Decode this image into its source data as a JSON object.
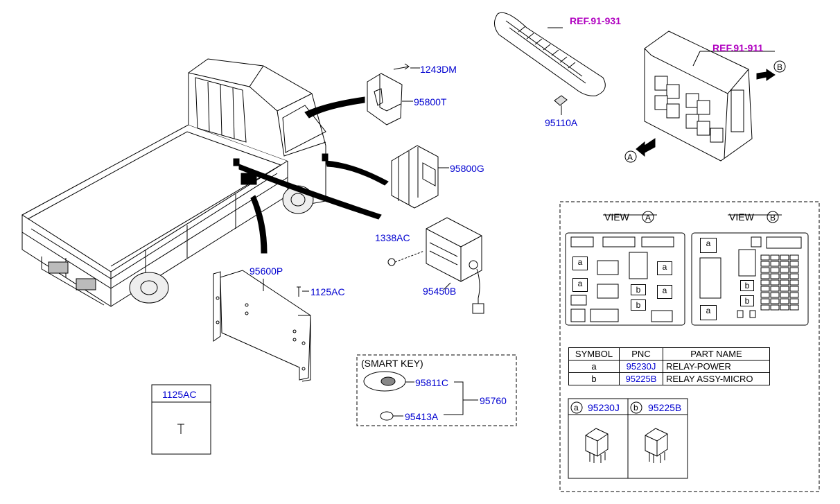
{
  "refs": [
    "REF.91-931",
    "REF.91-911"
  ],
  "parts": {
    "p1243DM": "1243DM",
    "p95800T": "95800T",
    "p95800G": "95800G",
    "p95110A": "95110A",
    "p1338AC": "1338AC",
    "p95450B": "95450B",
    "p95600P": "95600P",
    "p1125AC": "1125AC",
    "p95811C": "95811C",
    "p95413A": "95413A",
    "p95760": "95760"
  },
  "smart_key": "(SMART KEY)",
  "inset_1125": "1125AC",
  "arrows": {
    "a": "A",
    "b": "B"
  },
  "view_a": {
    "title": "VIEW",
    "letter": "A"
  },
  "view_b": {
    "title": "VIEW",
    "letter": "B"
  },
  "relay_marks": {
    "a": "a",
    "b": "b"
  },
  "table": {
    "headers": [
      "SYMBOL",
      "PNC",
      "PART NAME"
    ],
    "rows": [
      {
        "symbol": "a",
        "pnc": "95230J",
        "name": "RELAY-POWER"
      },
      {
        "symbol": "b",
        "pnc": "95225B",
        "name": "RELAY ASSY-MICRO"
      }
    ]
  },
  "relays": [
    {
      "symbol": "a",
      "pnc": "95230J"
    },
    {
      "symbol": "b",
      "pnc": "95225B"
    }
  ],
  "colors": {
    "pnc": "#0000d0",
    "ref": "#b000c0"
  }
}
